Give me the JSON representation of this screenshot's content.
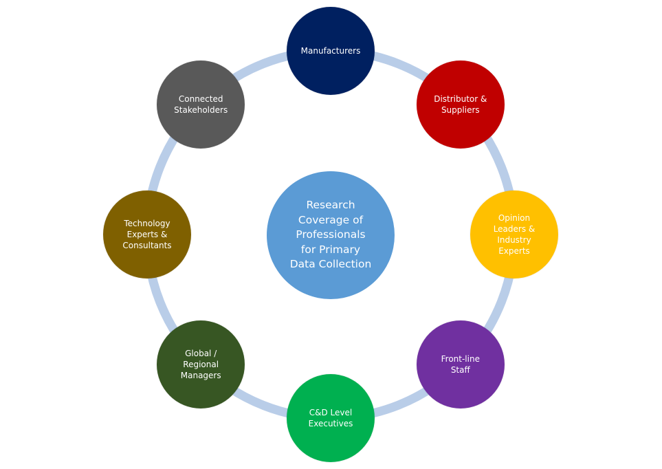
{
  "diagram": {
    "center": {
      "label": "Research\nCoverage of\nProfessionals\nfor Primary\nData Collection",
      "color": "#5b9bd5"
    },
    "ring_color": "#b9cde8",
    "nodes": [
      {
        "id": "manufacturers",
        "label": "Manufacturers",
        "color": "#002060"
      },
      {
        "id": "distributor-suppliers",
        "label": "Distributor &\nSuppliers",
        "color": "#c00000"
      },
      {
        "id": "opinion-leaders",
        "label": "Opinion\nLeaders &\nIndustry\nExperts",
        "color": "#ffc000"
      },
      {
        "id": "front-line-staff",
        "label": "Front-line\nStaff",
        "color": "#7030a0"
      },
      {
        "id": "cd-level-executives",
        "label": "C&D Level\nExecutives",
        "color": "#00b050"
      },
      {
        "id": "global-regional-managers",
        "label": "Global /\nRegional\nManagers",
        "color": "#375623"
      },
      {
        "id": "technology-experts",
        "label": "Technology\nExperts &\nConsultants",
        "color": "#7f6000"
      },
      {
        "id": "connected-stakeholders",
        "label": "Connected\nStakeholders",
        "color": "#595959"
      }
    ]
  }
}
